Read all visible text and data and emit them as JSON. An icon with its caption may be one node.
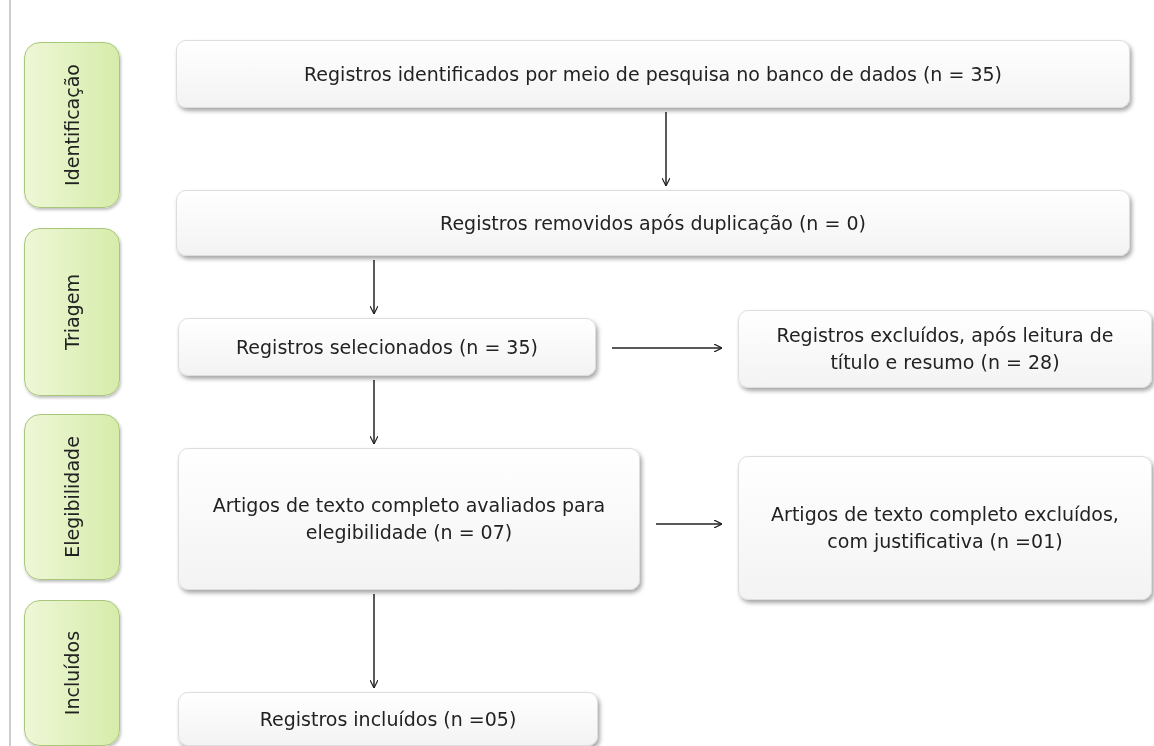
{
  "diagram": {
    "nodes": [
      {
        "text": [
          "Identificação"
        ]
      },
      {
        "text": [
          "Triagem"
        ]
      },
      {
        "text": [
          "Elegibilidade"
        ]
      },
      {
        "text": [
          "Incluídos"
        ]
      },
      {
        "text": [
          "Registros identificados por meio de pesquisa no banco de dados (n = 35)"
        ]
      },
      {
        "text": [
          "Registros removidos após duplicação (n = 0)"
        ]
      },
      {
        "text": [
          "Registros selecionados (n = 35)"
        ]
      },
      {
        "text": [
          "Registros excluídos, após leitura de título e resumo (n = 28)"
        ]
      },
      {
        "text": [
          "Artigos de texto completo avaliados para elegibilidade (n = 07)"
        ]
      },
      {
        "text": [
          "Artigos de texto completo excluídos, com justificativa (n =01)"
        ]
      },
      {
        "text": [
          "Registros incluídos  (n =05)"
        ]
      }
    ],
    "edges": [
      {
        "from": 4,
        "to": 5,
        "arrow": "to"
      },
      {
        "from": 5,
        "to": 6,
        "arrow": "to"
      },
      {
        "from": 6,
        "to": 7,
        "arrow": "to"
      },
      {
        "from": 6,
        "to": 8,
        "arrow": "to"
      },
      {
        "from": 8,
        "to": 9,
        "arrow": "to"
      },
      {
        "from": 8,
        "to": 10,
        "arrow": "to"
      }
    ]
  }
}
